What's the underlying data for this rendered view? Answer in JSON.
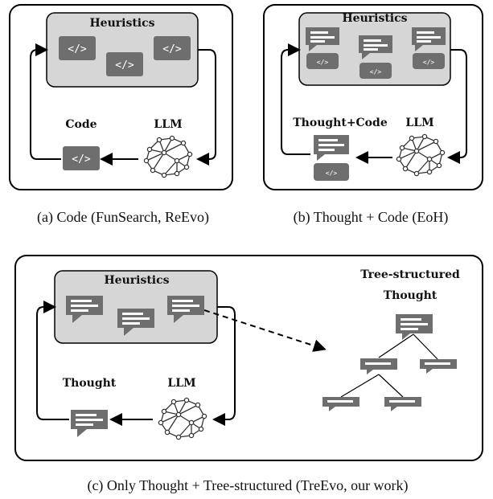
{
  "panels": [
    {
      "heuristics_label": "Heuristics",
      "output_label": "Code",
      "llm_label": "LLM",
      "caption": "(a) Code (FunSearch, ReEvo)"
    },
    {
      "heuristics_label": "Heuristics",
      "output_label": "Thought+Code",
      "llm_label": "LLM",
      "caption": "(b) Thought + Code (EoH)"
    },
    {
      "heuristics_label": "Heuristics",
      "output_label": "Thought",
      "llm_label": "LLM",
      "tree_label_line1": "Tree-structured",
      "tree_label_line2": "Thought",
      "caption": "(c) Only Thought + Tree-structured (TreEvo, our work)"
    }
  ],
  "code_glyph": "</>",
  "colors": {
    "heuristics_bg": "#d6d6d6",
    "icon_gray": "#6e6e6e",
    "stroke": "#000000"
  },
  "icons": {
    "code": "code-icon",
    "thought": "thought-bubble-icon",
    "llm": "brain-network-icon"
  }
}
